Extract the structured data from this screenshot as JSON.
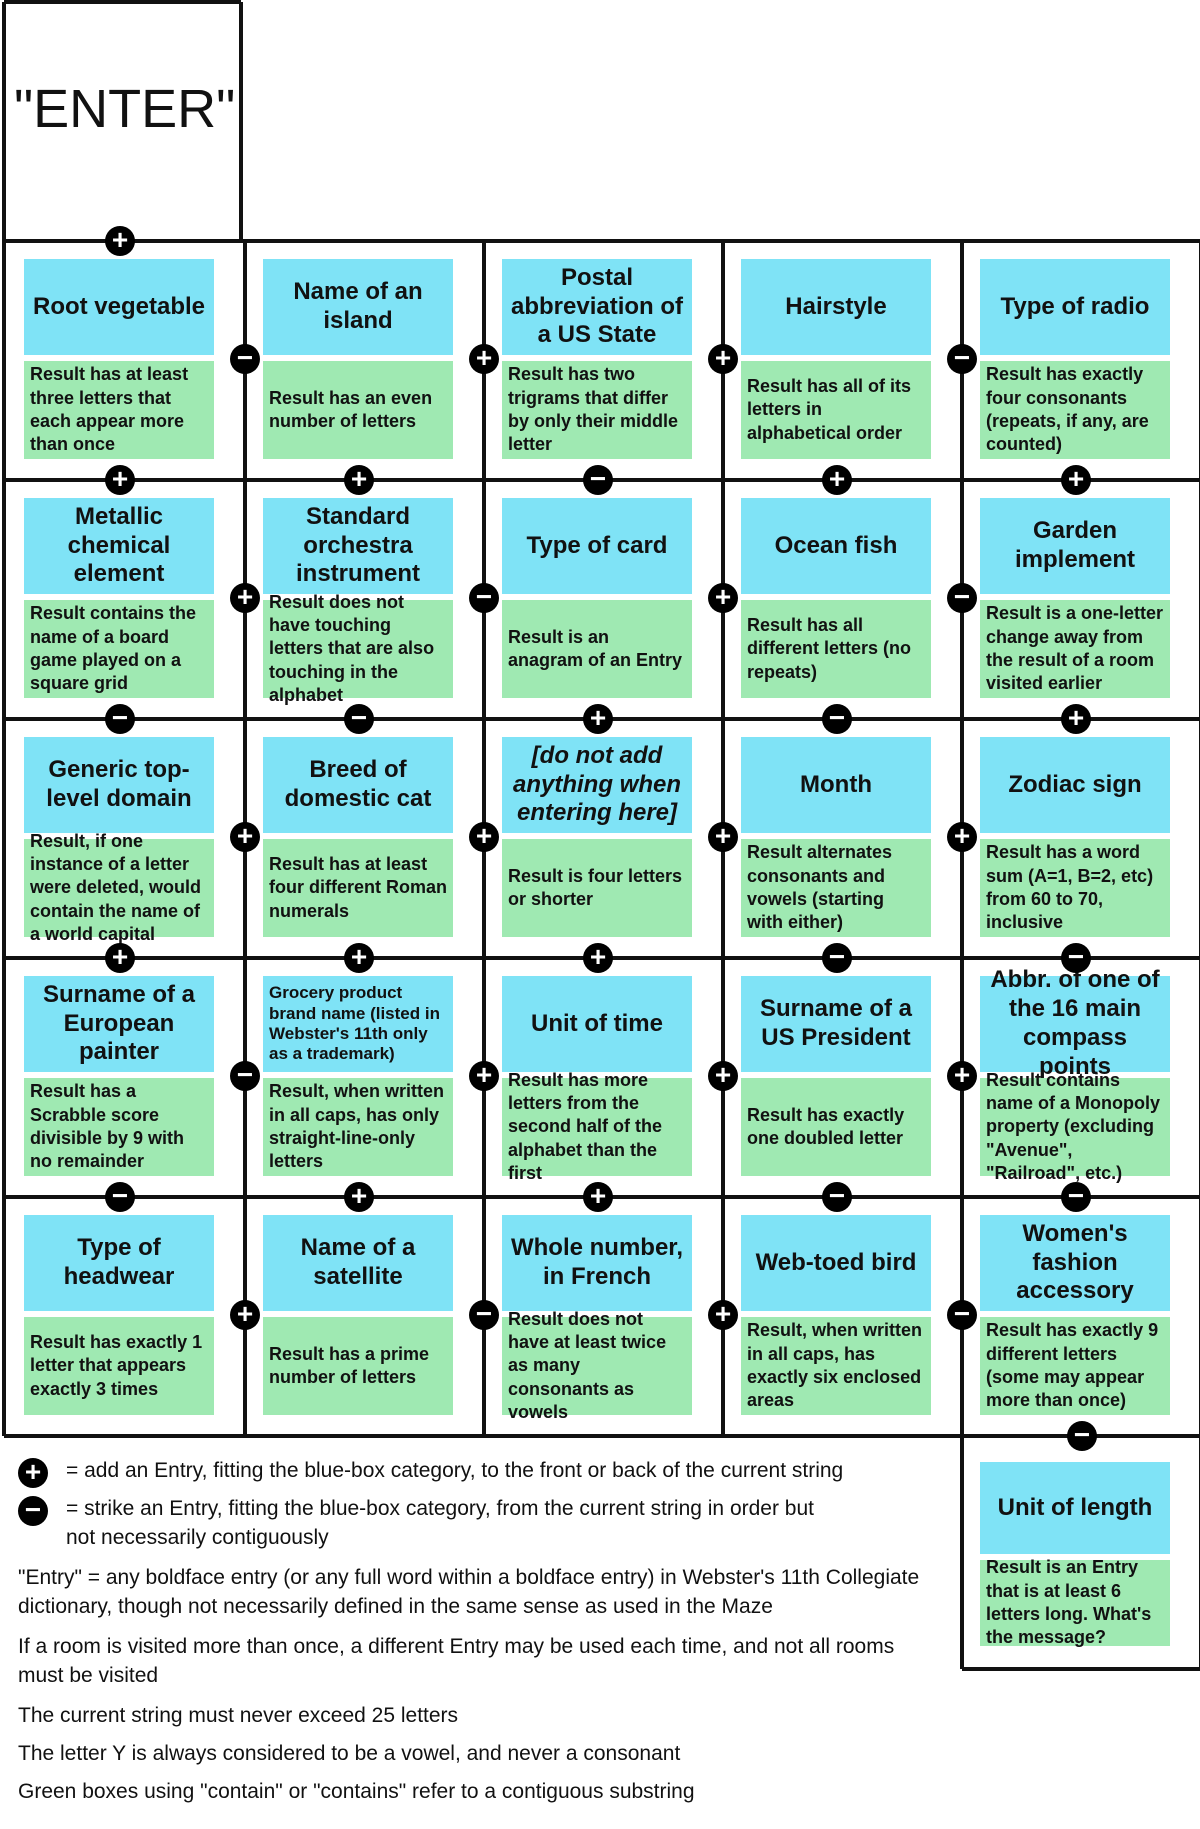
{
  "start": {
    "label": "\"ENTER\""
  },
  "rooms": [
    [
      {
        "category": "Root vegetable",
        "rule": "Result has at least three letters that each appear more than once"
      },
      {
        "category": "Name of an island",
        "rule": "Result has an even number of letters"
      },
      {
        "category": "Postal abbreviation of a US State",
        "rule": "Result has two trigrams that differ by only their middle letter"
      },
      {
        "category": "Hairstyle",
        "rule": "Result has all of its letters in alphabetical order"
      },
      {
        "category": "Type of radio",
        "rule": "Result has exactly four consonants (repeats, if any, are counted)"
      }
    ],
    [
      {
        "category": "Metallic chemical element",
        "rule": "Result contains the name of a board game played on a square grid"
      },
      {
        "category": "Standard orchestra instrument",
        "rule": "Result does not have touching letters that are also touching in the alphabet"
      },
      {
        "category": "Type of card",
        "rule": "Result is an anagram of an Entry"
      },
      {
        "category": "Ocean fish",
        "rule": "Result has all different letters (no repeats)"
      },
      {
        "category": "Garden implement",
        "rule": "Result is a one-letter change away from the result of a room visited earlier"
      }
    ],
    [
      {
        "category": "Generic top-level domain",
        "rule": "Result, if one instance of a letter were deleted, would contain the name of a world capital"
      },
      {
        "category": "Breed of domestic cat",
        "rule": "Result has at least four different Roman numerals"
      },
      {
        "category": "[do not add anything when entering here]",
        "rule": "Result is four letters or shorter",
        "italic": true
      },
      {
        "category": "Month",
        "rule": "Result alternates consonants and vowels (starting with either)"
      },
      {
        "category": "Zodiac sign",
        "rule": "Result has a word sum (A=1, B=2, etc) from 60 to 70, inclusive"
      }
    ],
    [
      {
        "category": "Surname of a European painter",
        "rule": "Result has a Scrabble score divisible by 9 with no remainder"
      },
      {
        "category": "Grocery product brand name (listed in Webster's 11th only as a trademark)",
        "rule": "Result, when written in all caps, has only straight-line-only letters",
        "small": true
      },
      {
        "category": "Unit of time",
        "rule": "Result has more letters from the second half of the alphabet than the first"
      },
      {
        "category": "Surname of a US President",
        "rule": "Result has exactly one doubled letter"
      },
      {
        "category": "Abbr. of one of the 16 main compass points",
        "rule": "Result contains name of a Monopoly property (excluding \"Avenue\", \"Railroad\", etc.)"
      }
    ],
    [
      {
        "category": "Type of headwear",
        "rule": "Result has exactly 1 letter that appears exactly 3 times"
      },
      {
        "category": "Name of a satellite",
        "rule": "Result has a prime number of letters"
      },
      {
        "category": "Whole number, in French",
        "rule": "Result does not have at least twice as many consonants as vowels"
      },
      {
        "category": "Web-toed bird",
        "rule": "Result, when written in all caps, has exactly six enclosed areas"
      },
      {
        "category": "Women's fashion accessory",
        "rule": "Result has exactly 9 different letters (some may appear more than once)"
      }
    ]
  ],
  "final_room": {
    "category": "Unit of length",
    "rule": "Result is an Entry that is at least 6 letters long. What's the message?"
  },
  "doors": {
    "start_down": "+",
    "horizontal": [
      [
        "-",
        "+",
        "+",
        "-"
      ],
      [
        "+",
        "-",
        "+",
        "-"
      ],
      [
        "+",
        "+",
        "+",
        "+"
      ],
      [
        "-",
        "+",
        "+",
        "+"
      ],
      [
        "+",
        "-",
        "+",
        "-"
      ]
    ],
    "vertical": [
      [
        "+",
        "+",
        "-",
        "+",
        "+"
      ],
      [
        "-",
        "-",
        "+",
        "-",
        "+"
      ],
      [
        "+",
        "+",
        "+",
        "-",
        "-"
      ],
      [
        "-",
        "+",
        "+",
        "-",
        "-"
      ]
    ],
    "final_down": "-"
  },
  "legend": {
    "plus_text": "= add an Entry, fitting the blue-box category, to the front or back of the current string",
    "minus_text": "= strike an Entry, fitting the blue-box category, from the current string in order but not necessarily contiguously",
    "notes": [
      "\"Entry\" = any boldface entry (or any full word within a boldface entry) in Webster's 11th Collegiate dictionary, though not necessarily defined in the same sense as used in the Maze",
      "If a room is visited more than once, a different Entry may be used each time, and not all rooms must be visited",
      "The current string must never exceed 25 letters",
      "The letter Y is always considered to be a vowel, and never a consonant",
      "Green boxes using \"contain\" or \"contains\" refer to a contiguous substring"
    ]
  },
  "colors": {
    "category_box": "#7fe3f6",
    "rule_box": "#9fe9b2",
    "wall": "#111111",
    "door": "#000000"
  }
}
